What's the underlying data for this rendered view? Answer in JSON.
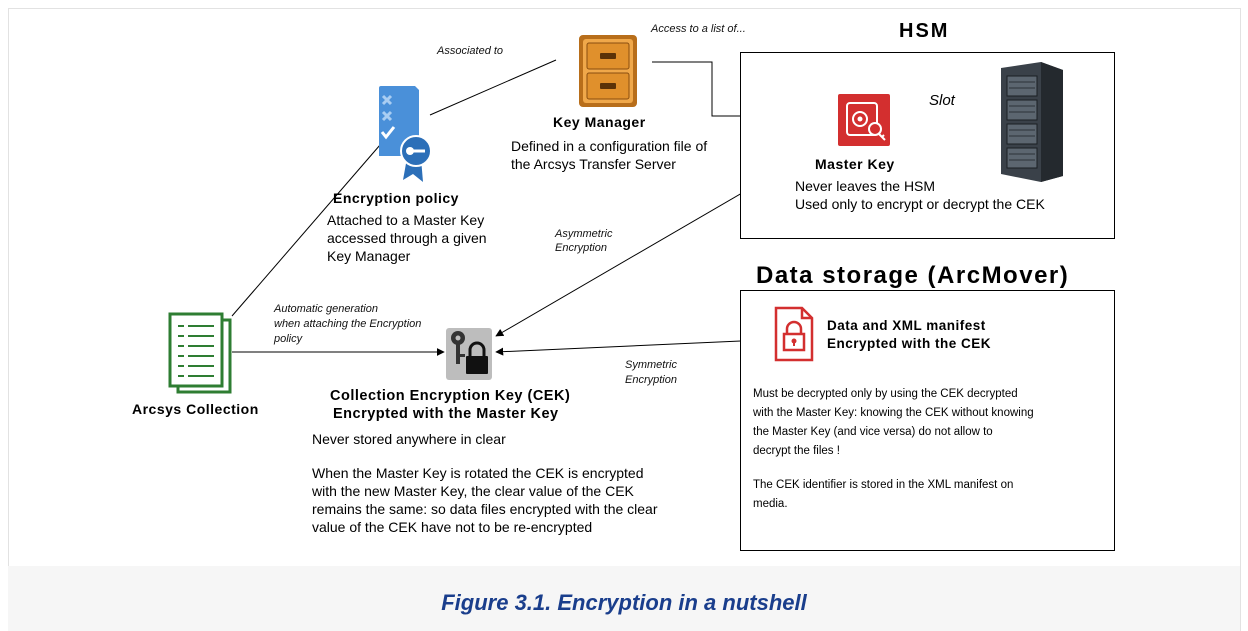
{
  "caption": "Figure 3.1. Encryption in a nutshell",
  "hsm": {
    "title": "HSM",
    "slot_label": "Slot",
    "master_key": {
      "title": "Master Key",
      "line1": "Never leaves the HSM",
      "line2": "Used only to encrypt or decrypt the CEK"
    }
  },
  "data_storage": {
    "title": "Data storage (ArcMover)",
    "manifest_title_1": "Data and XML manifest",
    "manifest_title_2": "Encrypted with the CEK",
    "note_lines": [
      "Must be decrypted only by using the CEK decrypted",
      "with the Master Key: knowing the CEK without knowing",
      "the Master Key (and vice versa) do not allow to",
      "decrypt the files !"
    ],
    "note2_lines": [
      "The CEK identifier is stored in the XML manifest on",
      "media."
    ]
  },
  "key_manager": {
    "title": "Key Manager",
    "line1": "Defined in a configuration file of",
    "line2": "the Arcsys Transfer Server"
  },
  "policy": {
    "title": "Encryption policy",
    "lines": [
      "Attached to a Master Key",
      "accessed through a given",
      "Key Manager"
    ]
  },
  "collection": {
    "title": "Arcsys Collection"
  },
  "cek": {
    "title1": "Collection Encryption Key (CEK)",
    "title2": "Encrypted with the Master Key",
    "line1": "Never stored anywhere in clear",
    "para": [
      "When the Master Key is rotated the CEK is encrypted",
      "with the new Master Key, the clear value of the CEK",
      "remains the same: so data files encrypted with the clear",
      "value of the CEK have not to be re-encrypted"
    ]
  },
  "edges": {
    "associated": "Associated to",
    "access": "Access to a list of...",
    "asym_1": "Asymmetric",
    "asym_2": "Encryption",
    "auto_1": "Automatic generation",
    "auto_2": "when attaching the Encryption",
    "auto_3": "policy",
    "sym_1": "Symmetric",
    "sym_2": "Encryption"
  },
  "colors": {
    "caption": "#1a3e8c",
    "collection_green": "#2e7d32",
    "red_icon": "#d32f2f",
    "policy_blue": "#4a90d9"
  }
}
